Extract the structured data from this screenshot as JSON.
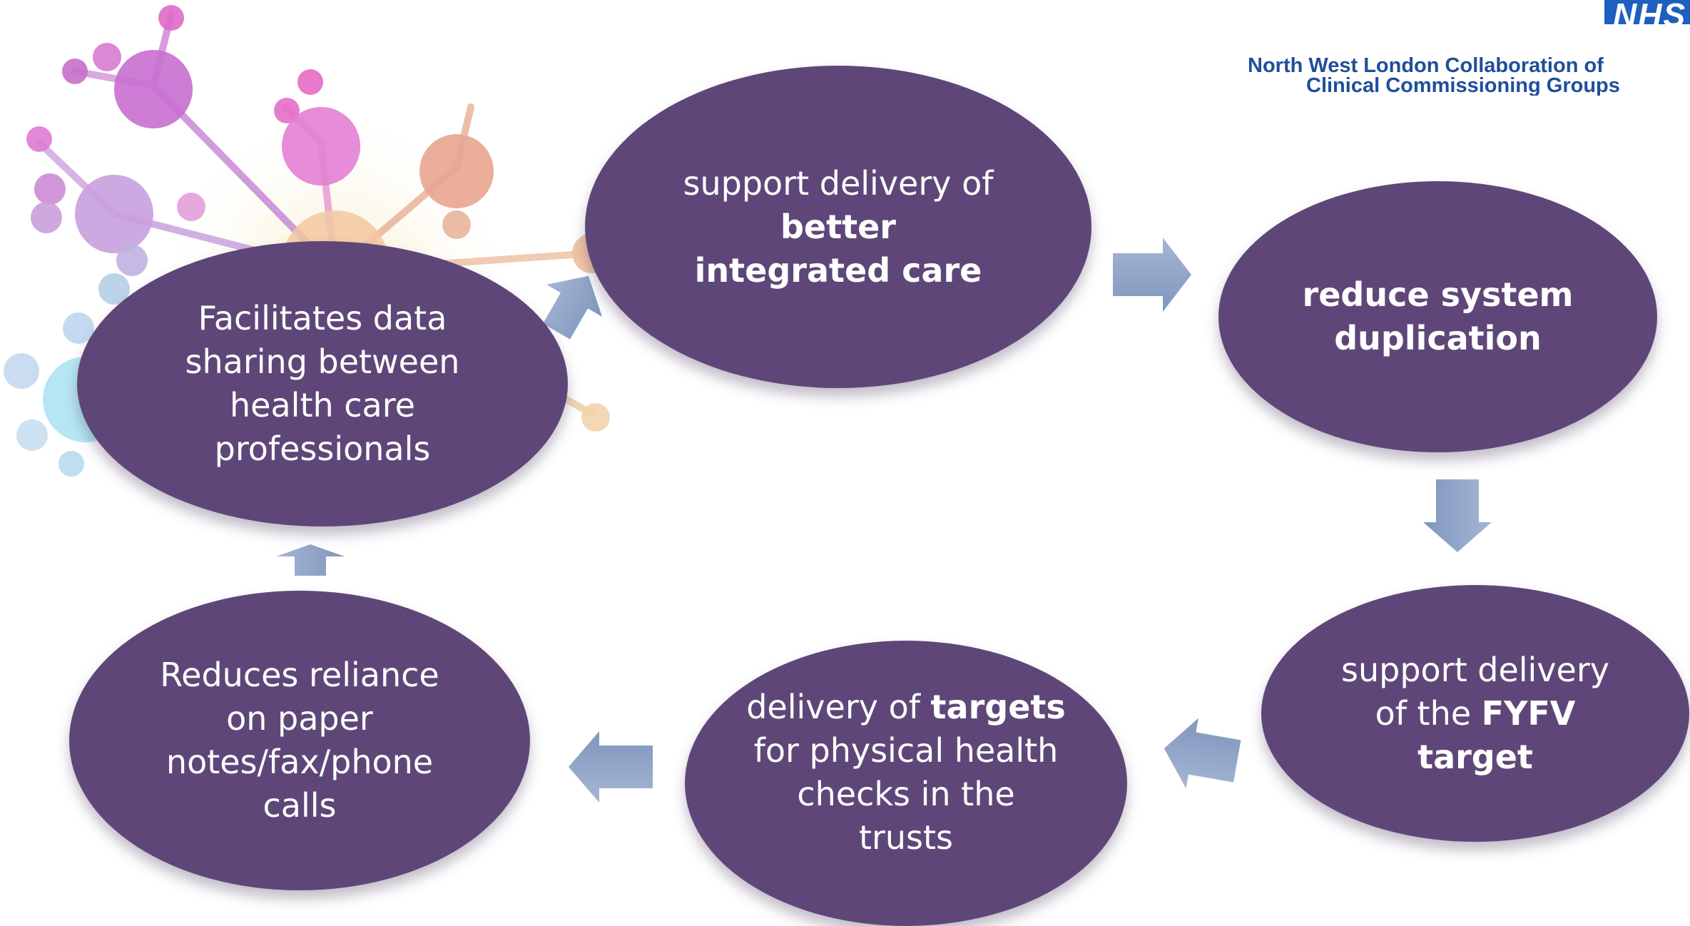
{
  "header": {
    "logo_text": "NHS",
    "org_line1": "North West London Collaboration of",
    "org_line2": "Clinical Commissioning Groups"
  },
  "nodes": {
    "n1": {
      "pre": "support delivery of",
      "bold": "better integrated care",
      "post": ""
    },
    "n2": {
      "pre": "",
      "bold": "reduce system duplication",
      "post": ""
    },
    "n3": {
      "pre": "support delivery of the",
      "bold": "FYFV target",
      "post": ""
    },
    "n4": {
      "pre": "delivery of",
      "bold": "targets",
      "post": "for physical health checks in the trusts"
    },
    "n5": {
      "pre": "Reduces reliance on paper notes/fax/phone calls",
      "bold": "",
      "post": ""
    },
    "n6": {
      "pre": "Facilitates data sharing between health care professionals",
      "bold": "",
      "post": ""
    }
  },
  "colors": {
    "node_fill": "#5e4778",
    "arrow_fill": "#8ea3c6",
    "org_text": "#1f4e9c",
    "logo_bg": "#1f5fbf"
  },
  "icons": [
    "decorative-network-graphic",
    "arrow-icon"
  ]
}
